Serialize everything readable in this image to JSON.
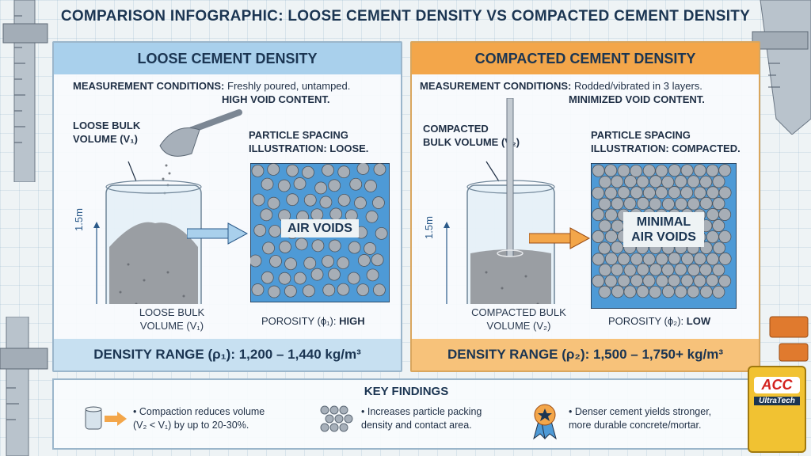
{
  "title": "COMPARISON INFOGRAPHIC: LOOSE CEMENT DENSITY VS COMPACTED CEMENT DENSITY",
  "left": {
    "header": "LOOSE CEMENT DENSITY",
    "conditions_label": "MEASUREMENT CONDITIONS:",
    "conditions_text": "Freshly poured, untamped.",
    "conditions_bold": "HIGH VOID CONTENT.",
    "volume_label_line1": "LOOSE BULK",
    "volume_label_line2": "VOLUME (V₁)",
    "height_label": "1.5m",
    "spacing_line1": "PARTICLE SPACING",
    "spacing_line2": "ILLUSTRATION: LOOSE.",
    "voids_label": "AIR VOIDS",
    "caption_line1": "LOOSE BULK",
    "caption_line2": "VOLUME (V₁)",
    "porosity_label": "POROSITY (ϕ₁):",
    "porosity_value": "HIGH",
    "density_range": "DENSITY RANGE (ρ₁): 1,200 – 1,440 kg/m³"
  },
  "right": {
    "header": "COMPACTED CEMENT DENSITY",
    "conditions_label": "MEASUREMENT CONDITIONS:",
    "conditions_text": "Rodded/vibrated in 3 layers.",
    "conditions_bold": "MINIMIZED VOID CONTENT.",
    "volume_label_line1": "COMPACTED",
    "volume_label_line2": "BULK VOLUME (V₂)",
    "height_label": "1.5m",
    "spacing_line1": "PARTICLE SPACING",
    "spacing_line2": "ILLUSTRATION: COMPACTED.",
    "voids_line1": "MINIMAL",
    "voids_line2": "AIR VOIDS",
    "caption_line1": "COMPACTED BULK",
    "caption_line2": "VOLUME (V₂)",
    "porosity_label": "POROSITY (ϕ₂):",
    "porosity_value": "LOW",
    "density_range": "DENSITY RANGE (ρ₂): 1,500 – 1,750+ kg/m³"
  },
  "findings": {
    "title": "KEY FINDINGS",
    "items": [
      {
        "icon": "cylinder-arrow-icon",
        "line1": "• Compaction reduces volume",
        "line2": "(V₂ < V₁) by up to 20-30%."
      },
      {
        "icon": "particle-grid-icon",
        "line1": "• Increases particle packing",
        "line2": "density and contact area."
      },
      {
        "icon": "medal-icon",
        "line1": "• Denser cement yields stronger,",
        "line2": "more durable concrete/mortar."
      }
    ]
  },
  "bag": {
    "brand": "ACC",
    "sub": "UltraTech"
  },
  "colors": {
    "loose_accent": "#a9d0ec",
    "compact_accent": "#f3a64a",
    "navy": "#1b3552"
  }
}
